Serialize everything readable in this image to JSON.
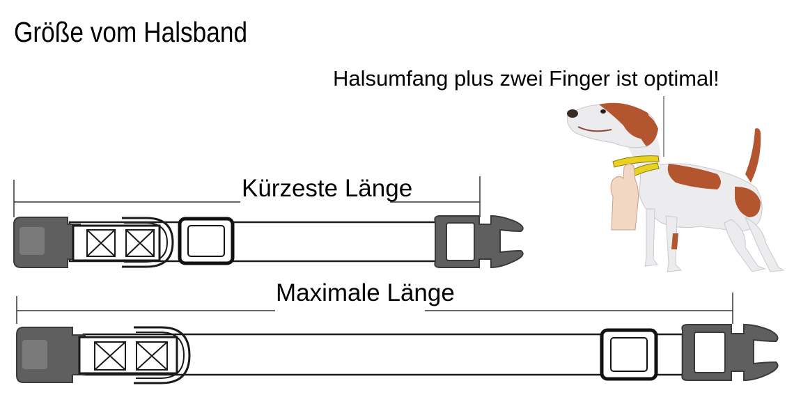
{
  "title": "Größe vom Halsband",
  "hint": "Halsumfang plus zwei Finger ist optimal!",
  "labels": {
    "shortest": "Kürzeste Länge",
    "maximal": "Maximale Länge"
  },
  "colors": {
    "buckle": "#5f5f5f",
    "buckle_inner": "#7a7a7a",
    "strap_line": "#1a1a1a",
    "dog_white": "#ecebee",
    "dog_brown": "#b3552f",
    "tape_yellow": "#e8d21f",
    "hand_skin": "#f2d7c2"
  },
  "icons": {
    "dog": "dog-illustration",
    "hand": "two-fingers-hand-icon",
    "tape": "measuring-tape-icon"
  }
}
